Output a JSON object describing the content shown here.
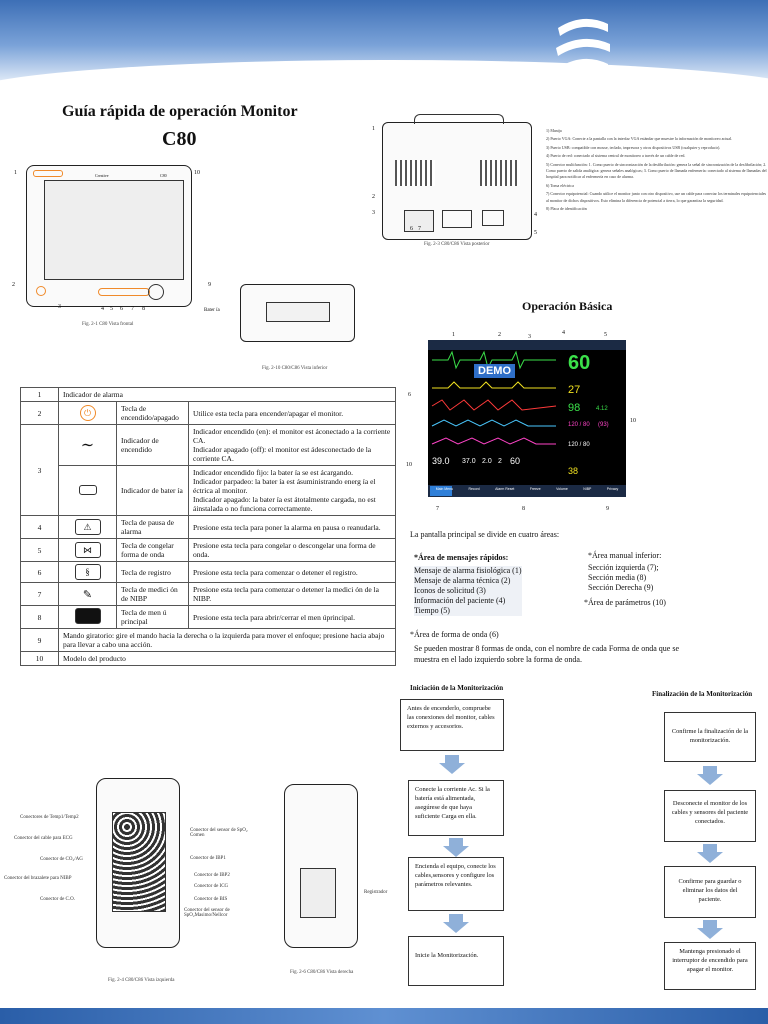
{
  "doc": {
    "title": "Guía rápida de operación Monitor",
    "model": "C80"
  },
  "figures": {
    "front": "Fig. 2-1 C80 Vista frontal",
    "bottom": "Fig. 2-10 C80/C86 Vista inferior",
    "rear": "Fig. 2-3 C80/C86 Vista posterior",
    "left": "Fig. 2-4 C80/C86 Vista izquierda",
    "right": "Fig. 2-6 C80/C86 Vista derecha",
    "battery_label": "Bater ía",
    "front_brand": "Creative",
    "front_model": "C80",
    "recorder_label": "Registrador"
  },
  "callouts": {
    "front": [
      "1",
      "10",
      "2",
      "9",
      "3",
      "4",
      "5",
      "6",
      "7",
      "8"
    ],
    "rear": [
      "1",
      "2",
      "3",
      "4",
      "5",
      "6",
      "7"
    ],
    "screen": [
      "1",
      "2",
      "3",
      "4",
      "5",
      "6",
      "7",
      "8",
      "9",
      "10",
      "10"
    ]
  },
  "rear_notes": [
    "1)    Manija",
    "2)    Puerto VGA: Conecte a la pantalla con la interfaz VGA estándar que muestre la información de monitoreo actual.",
    "3)    Puerto USB: compatible con mouse, teclado, impresora y otros dispositivos USB (cualquier y reproducir).",
    "4)    Puerto de red: conectado al sistema central de monitoreo a través de un cable de red.",
    "5)    Conector multifunción: 1. Como puerto de sincronización de la desfibrilación: genera la señal de sincronización de la desfibrilación; 2. Como puerto de salida analógica: genera señales analógicas; 3. Como puerto de llamada enfermería: conectado al sistema de llamadas del hospital para notificar al enfermería en caso de alarma.",
    "6)    Toma eléctrica",
    "7)    Conector equipotencial: Cuando utilice el monitor junto con otro dispositivo, use un cable para conectar los terminales equipotenciales al monitor de dichos dispositivos. Esto elimina la diferencia de potencial a tierra, lo que garantiza la seguridad.",
    "8)    Placa de identificación"
  ],
  "key_table": [
    {
      "num": "1",
      "icon": "",
      "name": "Indicador de alarma",
      "desc": ""
    },
    {
      "num": "2",
      "icon": "power",
      "name": "Tecla de encendido/apagado",
      "desc": "Utilice esta tecla para encender/apagar el monitor."
    },
    {
      "num": "",
      "icon": "ac",
      "name": "Indicador de encendido",
      "desc": "Indicador encendido (en): el monitor est áconectado a la corriente CA.\nIndicador apagado (off): el monitor est ádesconectado de la corriente CA."
    },
    {
      "num": "3",
      "icon": "battery",
      "name": "Indicador de bater ía",
      "desc": "Indicador encendido fijo: la bater ía se est ácargando.\nIndicador parpadeo: la bater ía est ásuministrando energ ía el éctrica al monitor.\nIndicador apagado: la bater ía est átotalmente cargada, no est áinstalada o no funciona correctamente."
    },
    {
      "num": "4",
      "icon": "silence",
      "name": "Tecla de pausa de alarma",
      "desc": "Presione esta tecla para poner la alarma en pausa o reanudarla."
    },
    {
      "num": "5",
      "icon": "freeze",
      "name": "Tecla de congelar forma de onda",
      "desc": "Presione esta tecla para congelar o descongelar una forma de onda."
    },
    {
      "num": "6",
      "icon": "record",
      "name": "Tecla de registro",
      "desc": "Presione esta tecla para comenzar o detener el registro."
    },
    {
      "num": "7",
      "icon": "nibp",
      "name": "Tecla de medici ón de NIBP",
      "desc": "Presione esta tecla para comenzar o detener la medici ón de la NIBP."
    },
    {
      "num": "8",
      "icon": "menu",
      "name": "Tecla de men ú principal",
      "desc": "Presione esta tecla para abrir/cerrar el men úprincipal."
    },
    {
      "num": "9",
      "icon": "",
      "name": "Mando giratorio: gire el mando hacia la derecha o la izquierda para mover el enfoque; presione hacia abajo para llevar a cabo una acción.",
      "desc": ""
    },
    {
      "num": "10",
      "icon": "",
      "name": "Modelo del producto",
      "desc": ""
    }
  ],
  "left_connectors": {
    "left": [
      "Conectores de Temp1/Temp2",
      "Conector del cable para ECG",
      "Conector de CO₂/AG",
      "Conector del brazalete para NIBP",
      "Conector de C.O."
    ],
    "right": [
      "Conector del sensor de SpO₂ Comen",
      "Conector de IBP1",
      "Conector de IBP2",
      "Conector de ICG",
      "Conector de BIS",
      "Conector del sensor de SpO₂Masimo/Nellcor"
    ]
  },
  "basic": {
    "title": "Operación Básica",
    "demo": "DEMO",
    "screen_values": {
      "hr": "60",
      "v2": "27",
      "spo2": "98",
      "v4": "4.12",
      "v5": "120 / 80",
      "v6": "(93)",
      "v7": "120 / 80",
      "v8": "38",
      "temp": "39.0",
      "t2": "37.0",
      "t3": "2.0",
      "t4": "2",
      "t5": "60"
    },
    "screen_menu": [
      "Main Menu",
      "Record",
      "Alarm Reset",
      "Freeze",
      "Volume",
      "NIBP",
      "Privacy"
    ],
    "intro": "La pantalla principal se divide en cuatro áreas:",
    "area1_title": "*Área de mensajes rápidos:",
    "area1_items": [
      "Mensaje de alarma fisiológica (1)",
      "Mensaje de alarma técnica (2)",
      "Iconos de solicitud (3)",
      "Información del paciente (4)",
      "Tiempo (5)"
    ],
    "area_low_title": "*Área manual inferior:",
    "area_low_items": [
      "Sección izquierda (7);",
      "Sección media (8)",
      "Sección Derecha (9)"
    ],
    "area_param": "*Área de parámetros (10)",
    "area_wave": "*Área de forma de onda (6)",
    "area_wave_text": "Se pueden mostrar 8 formas de onda, con el nombre de cada Forma de onda que se muestra en el lado izquierdo sobre la forma de onda."
  },
  "start": {
    "title": "Iniciación de la Monitorización",
    "steps": [
      "Antes de encenderlo, compruebe las conexiones del monitor, cables externos y accesorios.",
      "Conecte la corriente Ac. Si la batería está alimentada, asegúrese de que haya suficiente Carga en ella.",
      "Encienda el equipo, conecte los cables,sensores y configure los parámetros relevantes.",
      "Inicie la Monitorización."
    ]
  },
  "end": {
    "title": "Finalización de la Monitorización",
    "steps": [
      "Confirme la finalización de la monitorización.",
      "Desconecte el monitor de los cables y sensores del paciente conectados.",
      "Confirme para guardar o eliminar los datos del paciente.",
      "Mantenga presionado el interruptor de encendido para apagar el monitor."
    ]
  }
}
